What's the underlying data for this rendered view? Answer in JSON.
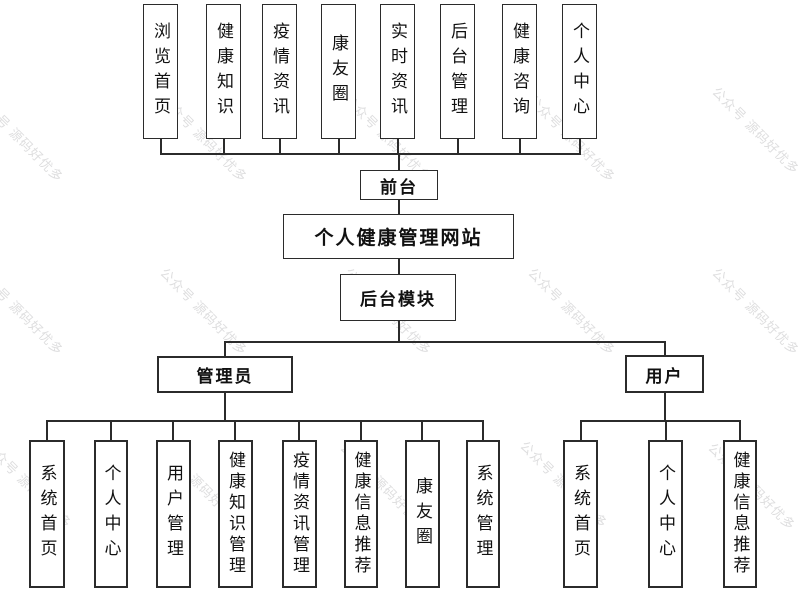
{
  "watermark": {
    "text": "公众号 源码好优多"
  },
  "colors": {
    "line": "#2b2b2b",
    "border": "#2b2b2b",
    "ink": "#111111",
    "wm": "#dededf",
    "bg": "#ffffff"
  },
  "diagram": {
    "front_modules": [
      "浏览首页",
      "健康知识",
      "疫情资讯",
      "康友圈",
      "实时资讯",
      "后台管理",
      "健康咨询",
      "个人中心"
    ],
    "front_label": "前台",
    "site_label": "个人健康管理网站",
    "backend_label": "后台模块",
    "admin_label": "管理员",
    "user_label": "用户",
    "admin_modules": [
      "系统首页",
      "个人中心",
      "用户管理",
      "健康知识管理",
      "疫情资讯管理",
      "健康信息推荐",
      "康友圈",
      "系统管理"
    ],
    "user_modules": [
      "系统首页",
      "个人中心",
      "健康信息推荐"
    ]
  }
}
